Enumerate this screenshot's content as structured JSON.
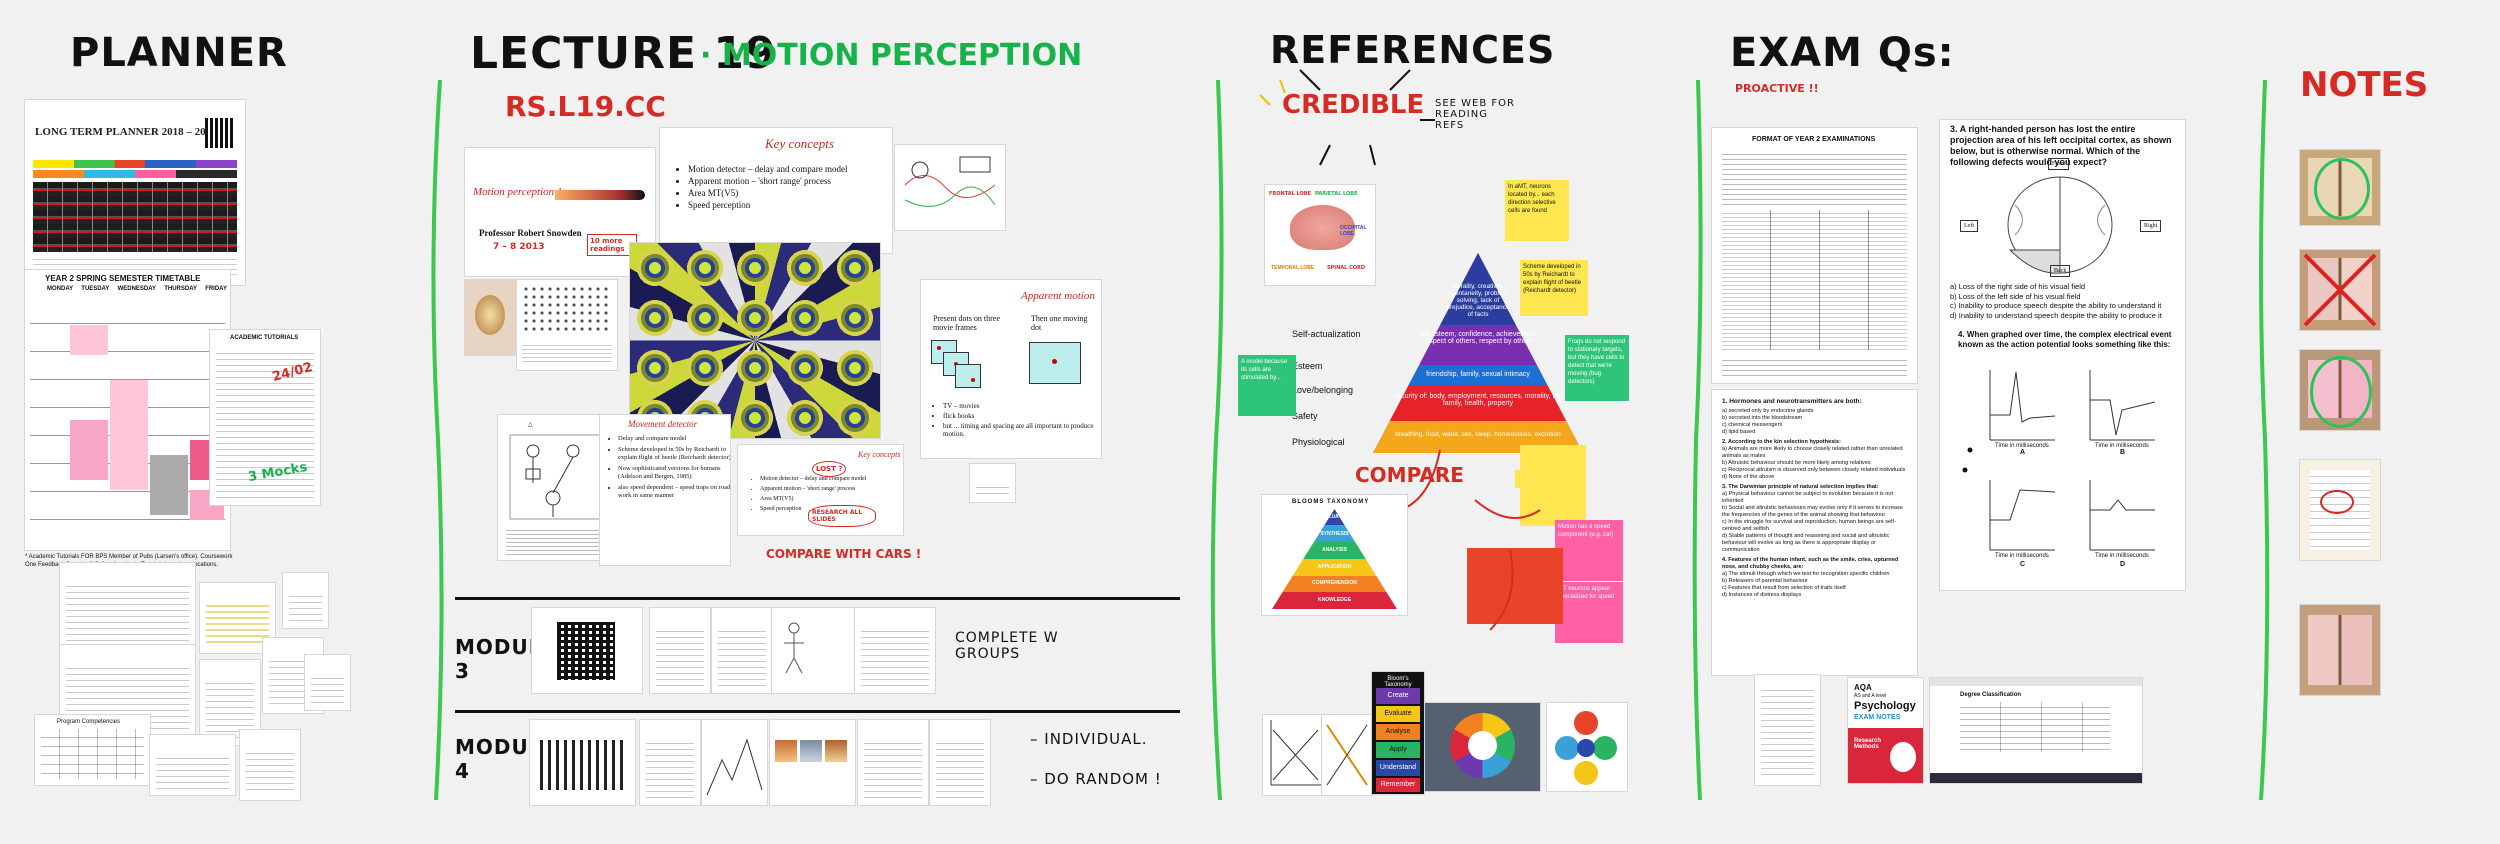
{
  "headings": {
    "planner": "PLANNER",
    "lecture": "LECTURE 19",
    "lecture_sub": "· MOTION PERCEPTION",
    "lecture_code": "RS.L19.CC",
    "references": "REFERENCES",
    "credible": "CREDIBLE",
    "credible_note": "SEE WEB FOR READING REFS",
    "exam": "EXAM Qs:",
    "exam_sub": "PROACTIVE !!",
    "notes": "NOTES"
  },
  "planner": {
    "ltp_title": "LONG TERM PLANNER 2018 – 2019",
    "timetable_title": "YEAR 2 SPRING SEMESTER TIMETABLE",
    "days": [
      "MONDAY",
      "TUESDAY",
      "WEDNESDAY",
      "THURSDAY",
      "FRIDAY"
    ],
    "handnote_1": "24/02",
    "handnote_2": "3 Mocks",
    "academic_title": "ACADEMIC TUTORIALS",
    "program_title": "Program Competencies",
    "footnote": "* Academic Tutorials FOR BPS Member of Pubs (Larsen's office). Coursework One Feedback Session & Safety Academic Tutorials in various locations."
  },
  "lecture": {
    "slide1_title": "Motion perception 1",
    "slide1_author": "Professor Robert Snowden",
    "slide1_hand": "7 – 8 2013",
    "slide1_hand_box": "10 more readings",
    "key_concepts_title": "Key concepts",
    "key_concepts": [
      "Motion detector – delay and compare model",
      "Apparent motion – 'short range' process",
      "Area MT(V5)",
      "Speed perception"
    ],
    "apparent_title": "Apparent motion",
    "apparent_text_1": "Present dots on three movie frames",
    "apparent_text_2": "Then one moving dot",
    "apparent_bullets": [
      "TV – movies",
      "flick books",
      "but ... timing and spacing are all important to produce motion."
    ],
    "movement_title": "Movement detector",
    "movement_bullets": [
      "Delay and compare model",
      "Scheme developed in 50s by Reichardt to explain flight of beetle (Reichardt detector)",
      "Now sophisticated versions for humans (Adelson and Bergen, 1985)",
      "also speed dependent – speed traps on roads work in same manner"
    ],
    "key2_title": "Key concepts",
    "key2_list": [
      "Motion detector – delay and compare model",
      "Apparent motion – 'short range' process",
      "Area MT(V5)",
      "Speed perception"
    ],
    "key2_hand_1": "LOST ?",
    "key2_hand_2": "RESEARCH ALL SLIDES",
    "compare_cars": "COMPARE WITH CARS !",
    "module3": "MODULE 3",
    "module3_note": "COMPLETE W GROUPS",
    "module4": "MODULE 4",
    "module4_note_1": "– INDIVIDUAL.",
    "module4_note_2": "– DO RANDOM !"
  },
  "references": {
    "maslow": [
      "morality, creativity, spontaneity, problem solving, lack of prejudice, acceptance of facts",
      "self-esteem, confidence, achievement, respect of others, respect by others",
      "friendship, family, sexual intimacy",
      "security of: body, employment, resources, morality, the family, health, property",
      "breathing, food, water, sex, sleep, homeostasis, excretion"
    ],
    "maslow_labels": [
      "Self-actualization",
      "Esteem",
      "Love/belonging",
      "Safety",
      "Physiological"
    ],
    "compare": "COMPARE",
    "bloom_title": "BLOOMS TAXONOMY",
    "bloom_levels": [
      "EVALUATION",
      "SYNTHESIS",
      "ANALYSIS",
      "APPLICATION",
      "COMPREHENSION",
      "KNOWLEDGE"
    ],
    "bloom_colors": [
      "Evaluate",
      "Create",
      "Analyse",
      "Apply",
      "Understand",
      "Remember"
    ],
    "brain_labels": [
      "FRONTAL LOBE",
      "PARIETAL LOBE",
      "OCCIPITAL LOBE",
      "TEMPORAL LOBE",
      "SPINAL CORD"
    ],
    "sticky_yellow_1": "In aMT, neurons located by... each direction selective cells are found",
    "sticky_yellow_2": "Scheme developed in 50s by Reichardt to explain flight of beetle (Reichardt detector)",
    "sticky_green_1": "Frogs do not respond to stationary targets, but they have cells to detect that we're moving (bug detectors)",
    "sticky_green_2": "A model because its cells are stimulated by...",
    "sticky_pink_1": "Motion has a speed component (e.g. car)",
    "sticky_pink_2": "MT neurons appear specialized for speed"
  },
  "exam": {
    "format_title": "FORMAT OF YEAR 2 EXAMINATIONS",
    "q3": "3. A right-handed person has lost the entire projection area of his left occipital cortex, as shown below, but is otherwise normal. Which of the following defects would you expect?",
    "q3_labels": [
      "Front",
      "Left",
      "Right",
      "Back"
    ],
    "q3_options": [
      "a) Loss of the right side of his visual field",
      "b) Loss of the left side of his visual field",
      "c) Inability to produce speech despite the ability to understand it",
      "d) Inability to understand speech despite the ability to produce it"
    ],
    "q4": "4. When graphed over time, the complex electrical event known as the action potential looks something like this:",
    "q4_axis": "Time in milliseconds",
    "q4_labels": [
      "A",
      "B",
      "C",
      "D"
    ],
    "mcq_intro": "1. Hormones and neurotransmitters are both:",
    "mcq_lines": [
      "a) secreted only by endocrine glands",
      "b) secreted into the bloodstream",
      "c) chemical messengers",
      "d) lipid based",
      "2. According to the kin selection hypothesis:",
      "a) Animals are more likely to choose closely related rather than unrelated animals as mates",
      "b) Altruistic behaviour should be more likely among relatives",
      "c) Reciprocal altruism is observed only between closely related individuals",
      "d) None of the above",
      "3. The Darwinian principle of natural selection implies that:",
      "a) Physical behaviour cannot be subject to evolution because it is not inherited",
      "b) Social and altruistic behaviours may evolve only if it serves to increase the frequencies of the genes of the animal showing that behaviour",
      "c) In the struggle for survival and reproduction, human beings are self-centred and selfish",
      "d) Stable patterns of thought and reasoning and social and altruistic behaviour will evolve as long as there is appropriate display or communication",
      "4. Features of the human infant, such as the smile, cries, upturned nose, and chubby cheeks, are:",
      "a) The stimuli through which we test for recognition specific children",
      "b) Releasers of parental behaviour",
      "c) Features that result from selection of traits itself",
      "d) Instances of distress displays"
    ],
    "book_brand": "AQA",
    "book_sub": "AS and A level",
    "book_title": "Psychology",
    "book_exam": "EXAM NOTES",
    "book_topic": "Research Methods",
    "degree_title": "Degree Classification"
  }
}
